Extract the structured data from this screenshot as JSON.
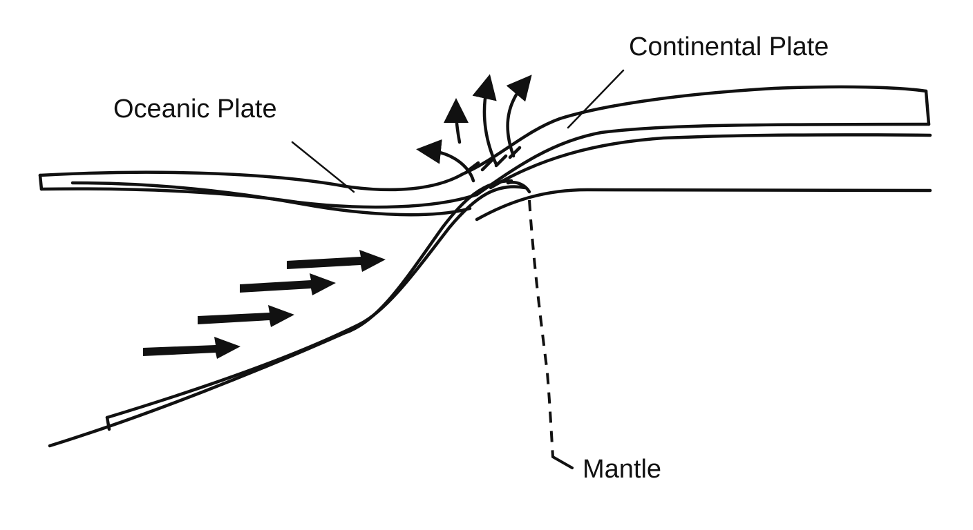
{
  "labels": {
    "oceanic_plate": "Oceanic Plate",
    "continental_plate": "Continental Plate",
    "mantle": "Mantle"
  },
  "colors": {
    "ink": "#111111",
    "background": "#ffffff"
  },
  "icons": {
    "push_arrows": "thick-right-arrow",
    "heat_arrows": "curved-up-arrow"
  }
}
